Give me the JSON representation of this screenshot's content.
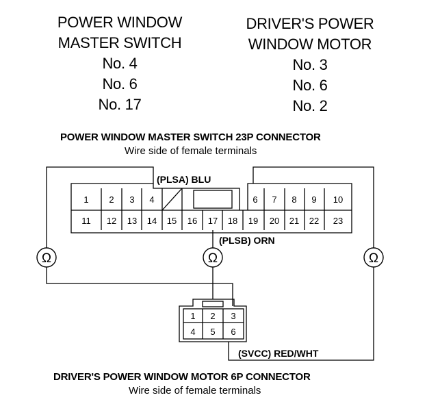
{
  "switch_header": {
    "line1": "POWER WINDOW",
    "line2": "MASTER SWITCH",
    "pins": [
      "No. 4",
      "No. 6",
      "No. 17"
    ]
  },
  "motor_header": {
    "line1": "DRIVER'S POWER",
    "line2": "WINDOW MOTOR",
    "pins": [
      "No. 3",
      "No. 6",
      "No. 2"
    ]
  },
  "connector_23p": {
    "title": "POWER WINDOW MASTER SWITCH 23P CONNECTOR",
    "subtitle": "Wire side of female terminals",
    "top_row": [
      "1",
      "2",
      "3",
      "4",
      "6",
      "7",
      "8",
      "9",
      "10"
    ],
    "bottom_row": [
      "11",
      "12",
      "13",
      "14",
      "15",
      "16",
      "17",
      "18",
      "19",
      "20",
      "21",
      "22",
      "23"
    ]
  },
  "connector_6p": {
    "title": "DRIVER'S POWER WINDOW MOTOR 6P CONNECTOR",
    "subtitle": "Wire side of female terminals",
    "top_row": [
      "1",
      "2",
      "3"
    ],
    "bottom_row": [
      "4",
      "5",
      "6"
    ]
  },
  "wires": {
    "plsa": "(PLSA) BLU",
    "plsb": "(PLSB) ORN",
    "svcc": "(SVCC) RED/WHT"
  },
  "meter_symbol": "Ω"
}
